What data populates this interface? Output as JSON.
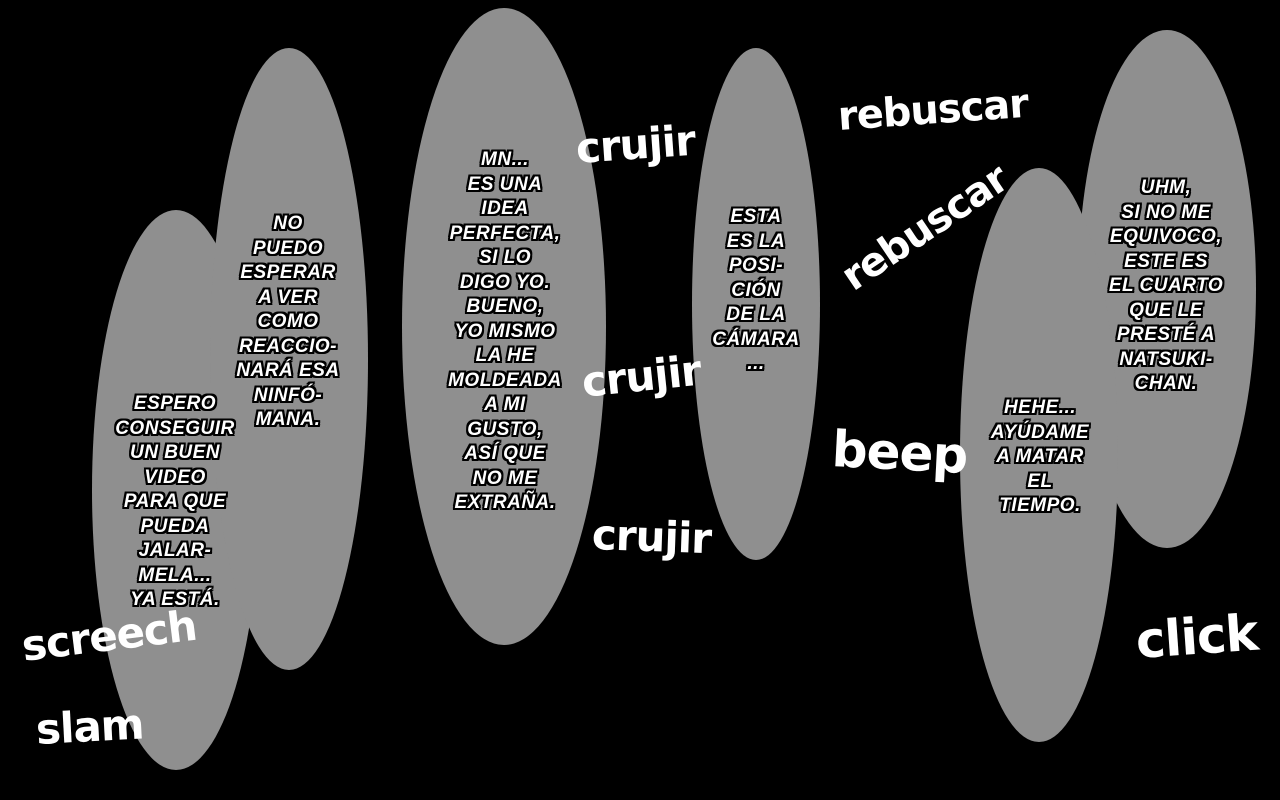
{
  "colors": {
    "background": "#000000",
    "bubble": "#8f8f8f",
    "text": "#ffffff",
    "text_outline": "#000000"
  },
  "bubbles": [
    {
      "text": "ESPERO\nCONSEGUIR\nUN BUEN\nVIDEO\nPARA QUE\nPUEDA\nJALAR-\nMELA...\nYA ESTÁ."
    },
    {
      "text": "NO\nPUEDO\nESPERAR\nA VER\nCOMO\nREACCIO-\nNARÁ ESA\nNINFÓ-\nMANA."
    },
    {
      "text": "MN...\nES UNA\nIDEA\nPERFECTA,\nSI LO\nDIGO YO.\nBUENO,\nYO MISMO\nLA HE\nMOLDEADA\nA MI\nGUSTO,\nASÍ QUE\nNO ME\nEXTRAÑA."
    },
    {
      "text": "ESTA\nES LA\nPOSI-\nCIÓN\nDE LA\nCÁMARA\n..."
    },
    {
      "text": "HEHE...\nAYÚDAME\nA MATAR\nEL\nTIEMPO."
    },
    {
      "text": "UHM,\nSI NO ME\nEQUIVOCO,\nESTE ES\nEL CUARTO\nQUE LE\nPRESTÉ A\nNATSUKI-\nCHAN."
    }
  ],
  "sfx": [
    {
      "text": "screech"
    },
    {
      "text": "slam"
    },
    {
      "text": "crujir"
    },
    {
      "text": "crujir"
    },
    {
      "text": "crujir"
    },
    {
      "text": "rebuscar"
    },
    {
      "text": "rebuscar"
    },
    {
      "text": "beep"
    },
    {
      "text": "click"
    }
  ]
}
